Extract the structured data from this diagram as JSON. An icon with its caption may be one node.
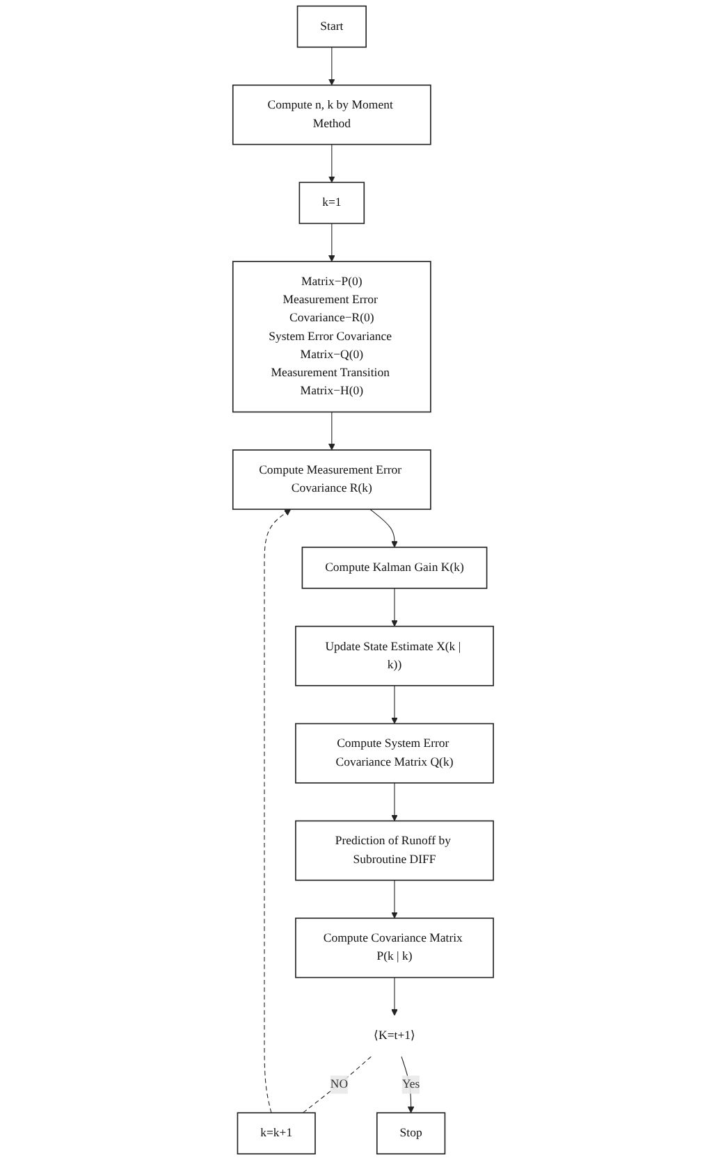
{
  "diagram": {
    "nodes": [
      {
        "text": [
          "Start"
        ]
      },
      {
        "text": [
          "Compute n, k by Moment Method"
        ]
      },
      {
        "text": [
          "k=1"
        ]
      },
      {
        "text": [
          "Matrix−P(0)",
          "Measurement Error Covariance−R(0)",
          "System Error Covariance Matrix−Q(0)",
          "Measurement Transition Matrix−H(0)"
        ]
      },
      {
        "text": [
          "Compute Measurement Error Covariance R(k)"
        ]
      },
      {
        "text": [
          "Compute Kalman Gain K(k)"
        ]
      },
      {
        "text": [
          "Update State Estimate X(k | k))"
        ]
      },
      {
        "text": [
          "Compute System Error Covariance Matrix Q(k)"
        ]
      },
      {
        "text": [
          "Prediction of Runoff by Subroutine DIFF"
        ]
      },
      {
        "text": [
          "Compute Covariance Matrix P(k | k)"
        ]
      },
      {
        "text": [
          "⟨K=t+1⟩"
        ]
      },
      {
        "text": [
          "k=k+1"
        ]
      },
      {
        "text": [
          "Stop"
        ]
      }
    ],
    "edges": [
      {
        "from": 0,
        "to": 1,
        "arrow": "to"
      },
      {
        "from": 1,
        "to": 2,
        "arrow": "to"
      },
      {
        "from": 2,
        "to": 3,
        "arrow": "to"
      },
      {
        "from": 3,
        "to": 4,
        "arrow": "to"
      },
      {
        "from": 4,
        "to": 5,
        "arrow": "to"
      },
      {
        "from": 5,
        "to": 6,
        "arrow": "to"
      },
      {
        "from": 6,
        "to": 7,
        "arrow": "to"
      },
      {
        "from": 7,
        "to": 8,
        "arrow": "to"
      },
      {
        "from": 8,
        "to": 9,
        "arrow": "to"
      },
      {
        "from": 9,
        "to": 10,
        "arrow": "to"
      },
      {
        "from": 10,
        "to": 11,
        "arrow": "none",
        "label": "NO",
        "style": "dashed"
      },
      {
        "from": 11,
        "to": 4,
        "arrow": "to",
        "style": "dashed"
      },
      {
        "from": 10,
        "to": 12,
        "arrow": "to",
        "label": "Yes"
      }
    ]
  }
}
